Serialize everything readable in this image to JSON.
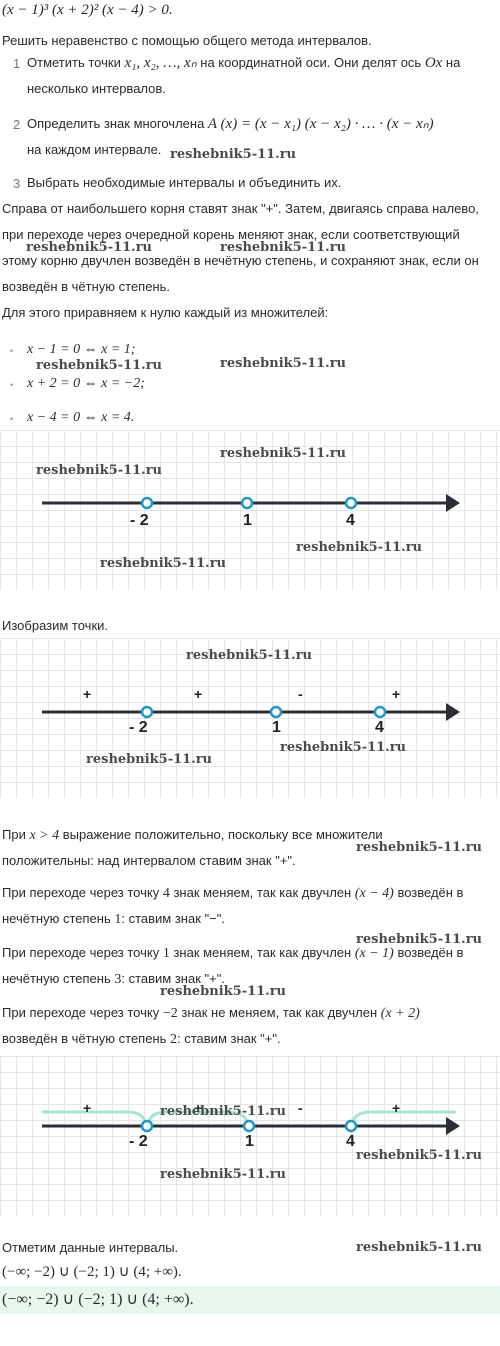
{
  "header": {
    "inequality": "(x − 1)³ (x + 2)² (x − 4) > 0."
  },
  "intro": "Решить неравенство с помощью общего метода интервалов.",
  "steps": [
    {
      "num": "1",
      "line1_a": "Отметить точки ",
      "points": "x₁,  x₂,  …,  xₙ",
      "line1_b": " на координатной оси. Они делят ось ",
      "axis": "Ox",
      "line1_c": " на",
      "line2": "несколько интервалов."
    },
    {
      "num": "2",
      "line1_a": "Определить знак многочлена ",
      "poly": "A (x) = (x − x₁) (x − x₂) · … · (x − xₙ)",
      "line2": "на каждом интервале."
    },
    {
      "num": "3",
      "line1": "Выбрать необходимые интервалы и объединить их."
    }
  ],
  "rule": {
    "line1": "Справа от наибольшего корня ставят знак \"+\". Затем, двигаясь справа налево,",
    "line2": "при переходе через очередной корень меняют знак, если соответствующий",
    "line3": "этому корню двучлен возведён в нечётную степень, и сохраняют знак, если он",
    "line4": "возведён в чётную степень."
  },
  "zeros_intro": "Для этого приравняем к нулю каждый из множителей:",
  "zeros": [
    "x − 1 = 0 ⇔ x = 1;",
    "x + 2 = 0 ⇔ x = −2;",
    "x − 4 = 0 ⇔ x = 4."
  ],
  "axis_labels": [
    "- 2",
    "1",
    "4"
  ],
  "signs": [
    "+",
    "+",
    "-",
    "+"
  ],
  "draw_points": "Изобразим точки.",
  "explain": {
    "p1_a": "При ",
    "p1_m": "x > 4",
    "p1_b": " выражение положительно, поскольку все множители",
    "p1_c": "положительны: над интервалом ставим знак \"+\".",
    "p2_a": "При переходе через точку ",
    "p2_m1": "4",
    "p2_b": " знак меняем, так как двучлен ",
    "p2_m2": "(x − 4)",
    "p2_c": " возведён в",
    "p2_d": "нечётную степень ",
    "p2_m3": "1",
    "p2_e": ": ставим знак \"−\".",
    "p3_a": "При переходе через точку ",
    "p3_m1": "1",
    "p3_b": " знак меняем, так как двучлен ",
    "p3_m2": "(x − 1)",
    "p3_c": " возведён в",
    "p3_d": "нечётную степень ",
    "p3_m3": "3",
    "p3_e": ": ставим знак \"+\".",
    "p4_a": "При переходе через точку ",
    "p4_m1": "−2",
    "p4_b": " знак не меняем, так как двучлен ",
    "p4_m2": "(x + 2)",
    "p4_c": "возведён в чётную степень ",
    "p4_m3": "2",
    "p4_d": ": ставим знак \"+\"."
  },
  "mark_intervals": "Отметим данные интервалы.",
  "answer_line": "(−∞;  −2) ∪ (−2;  1) ∪ (4;  +∞).",
  "answer_final": "(−∞;  −2) ∪ (−2;  1) ∪ (4;  +∞).",
  "watermark": "reshebnik5-11.ru"
}
